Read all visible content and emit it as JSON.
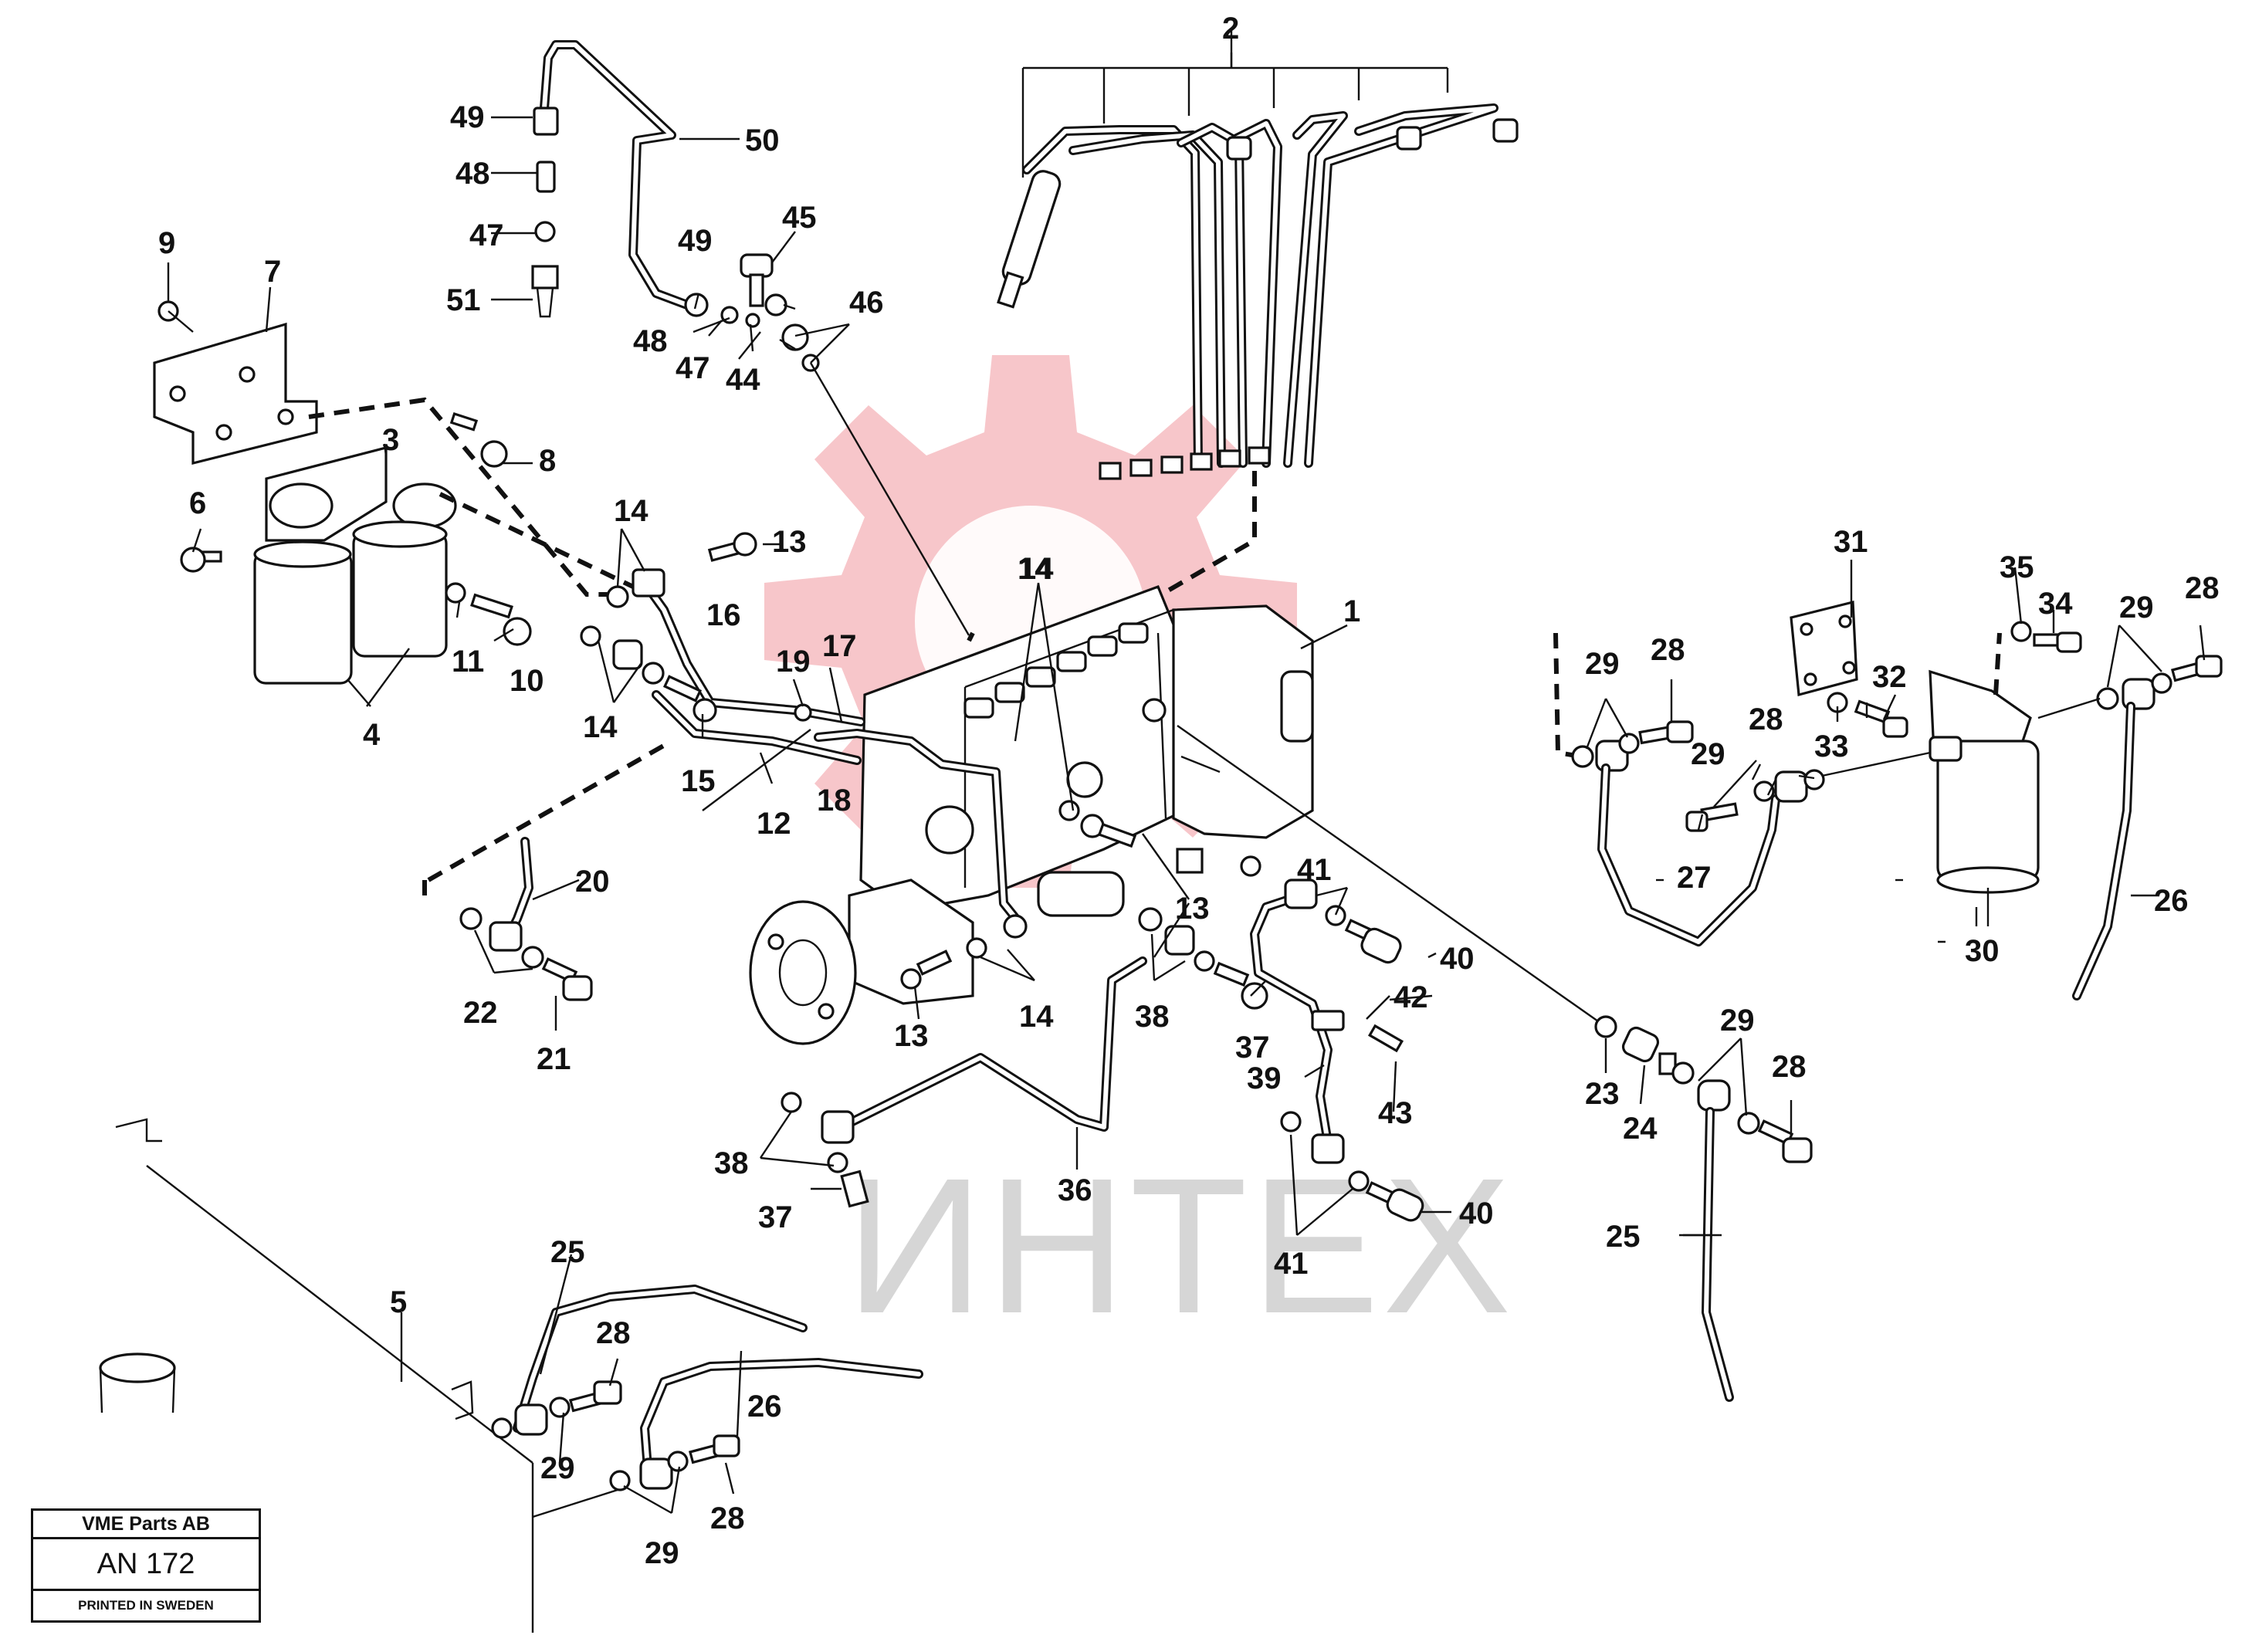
{
  "title_block": {
    "company": "VME Parts AB",
    "drawing_number": "AN 172",
    "printed": "PRINTED IN SWEDEN"
  },
  "watermark": {
    "text": "ИНТЕХ",
    "gear_color": "#f5b8bd"
  },
  "callouts": [
    "1",
    "2",
    "3",
    "4",
    "5",
    "6",
    "7",
    "8",
    "9",
    "10",
    "11",
    "12",
    "13",
    "13",
    "13",
    "14",
    "14",
    "14",
    "14",
    "14",
    "15",
    "16",
    "17",
    "18",
    "19",
    "20",
    "21",
    "22",
    "23",
    "24",
    "25",
    "25",
    "26",
    "26",
    "27",
    "28",
    "28",
    "28",
    "28",
    "28",
    "28",
    "29",
    "29",
    "29",
    "29",
    "29",
    "29",
    "30",
    "31",
    "32",
    "33",
    "34",
    "35",
    "36",
    "37",
    "37",
    "38",
    "38",
    "39",
    "40",
    "40",
    "41",
    "41",
    "42",
    "43",
    "44",
    "45",
    "46",
    "47",
    "47",
    "48",
    "48",
    "49",
    "49",
    "50",
    "51"
  ]
}
